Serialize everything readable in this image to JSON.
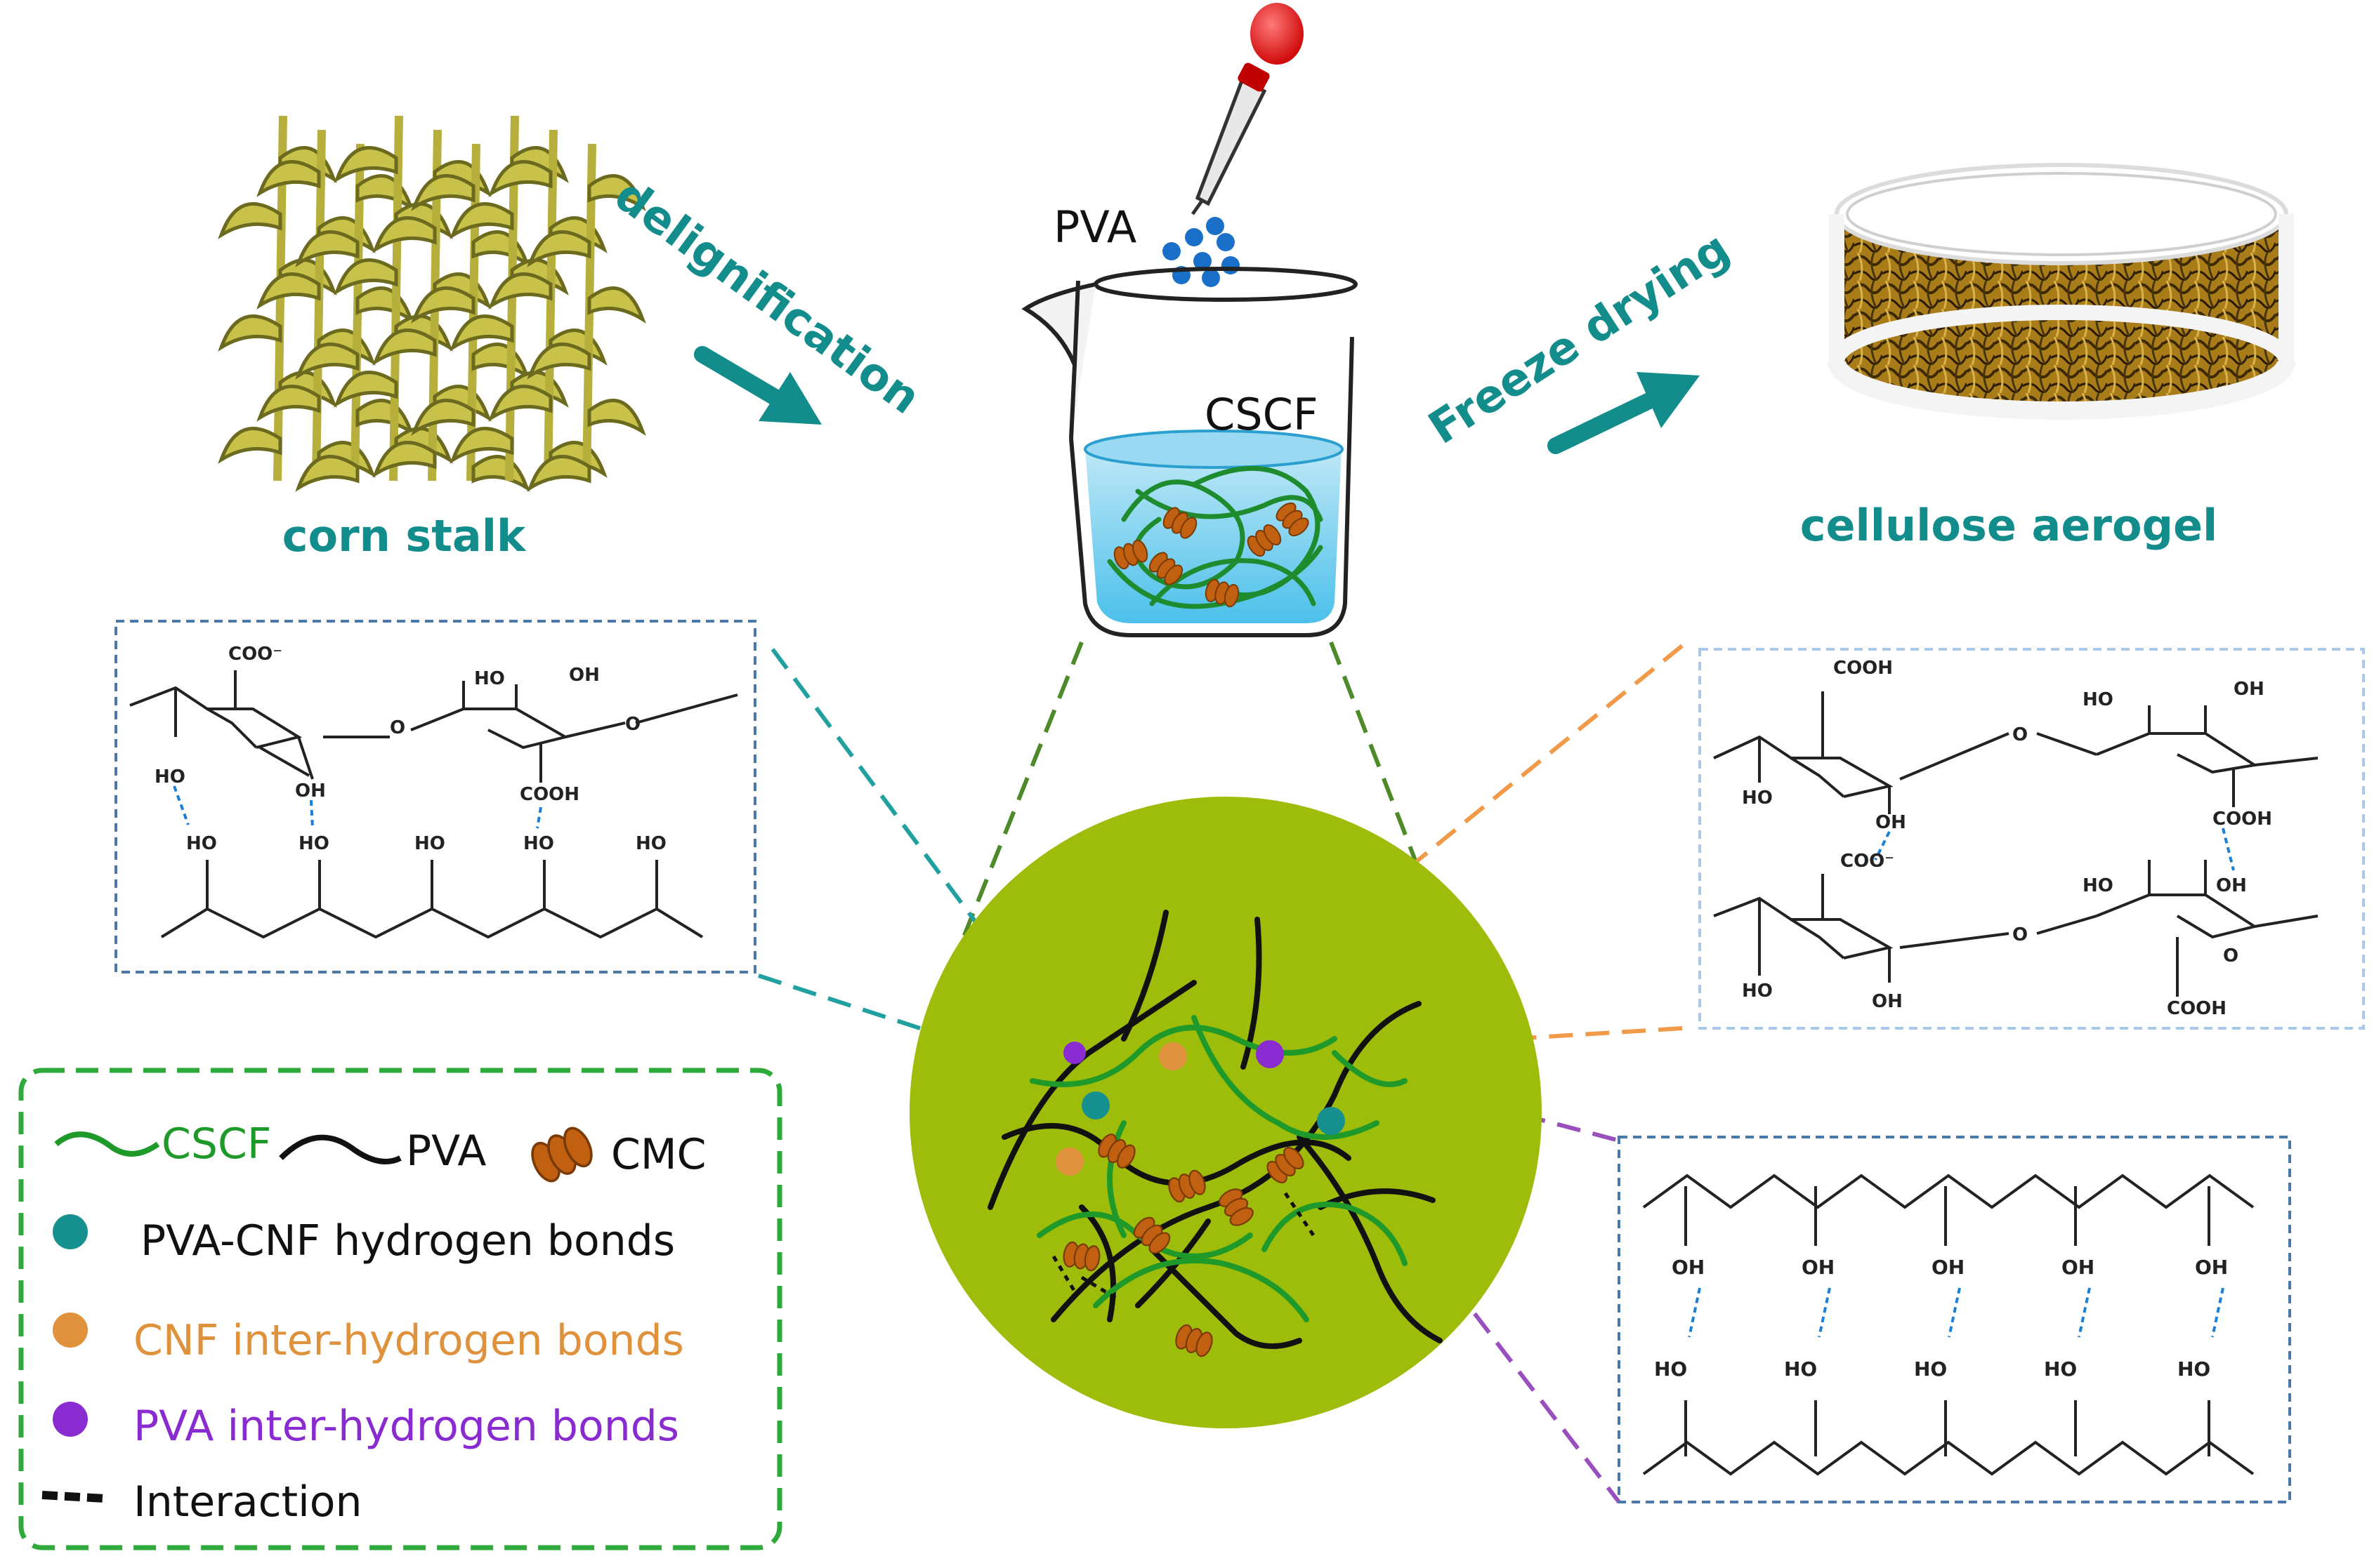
{
  "process": {
    "step1_label": "corn stalk",
    "arrow1_label": "delignification",
    "beaker_additive": "PVA",
    "beaker_content": "CSCF",
    "arrow2_label": "Freeze drying",
    "product_label": "cellulose aerogel"
  },
  "structure_top_left": {
    "carboxylate": "COO⁻",
    "carboxyl": "COOH",
    "oh": "OH",
    "ho": "HO",
    "ring_o": "O"
  },
  "structure_top_right": {
    "carboxyl": "COOH",
    "carboxylate": "COO⁻",
    "oh": "OH",
    "ho": "HO",
    "ring_o": "O"
  },
  "structure_bottom_right": {
    "oh": "OH",
    "ho": "HO"
  },
  "legend": {
    "cscf": "CSCF",
    "pva": "PVA",
    "cmc": "CMC",
    "pva_cnf_bonds": "PVA-CNF hydrogen bonds",
    "cnf_inter_bonds": "CNF inter-hydrogen bonds",
    "pva_inter_bonds": "PVA inter-hydrogen bonds",
    "interaction": "Interaction"
  },
  "colors": {
    "teal_text": "#138c8c",
    "cscf_green": "#1f9a2a",
    "legend_border": "#2eaa3b",
    "teal_dot": "#17918f",
    "orange": "#e0913c",
    "purple": "#8a2bd1",
    "circle_fill": "#9dbd0a",
    "cmc_brown": "#c06010",
    "hbond_blue": "#1c7fd6"
  }
}
